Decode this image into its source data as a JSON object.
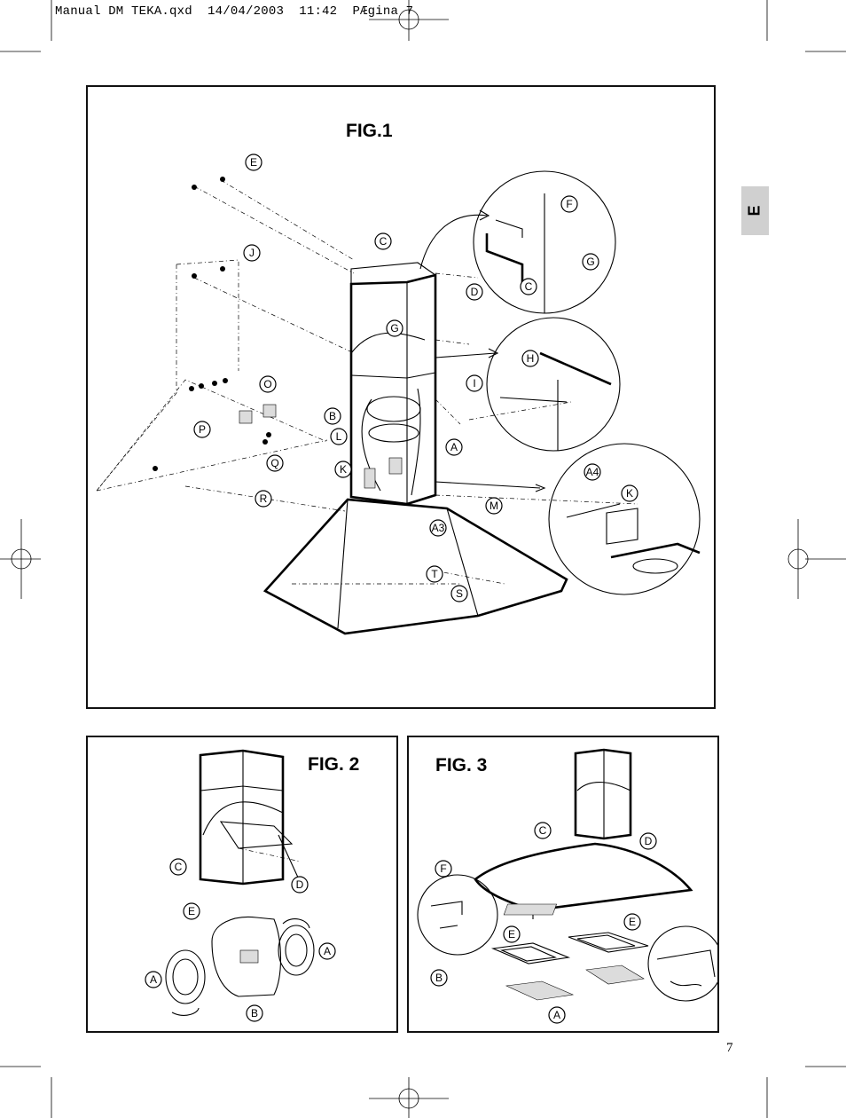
{
  "header": {
    "slug": "Manual DM TEKA.qxd  14/04/2003  11:42  PÆgina 7"
  },
  "language_tab": "E",
  "page_number": "7",
  "fig1": {
    "title": "FIG.1",
    "callouts": [
      "E",
      "J",
      "C",
      "F",
      "G",
      "D",
      "C",
      "G",
      "H",
      "I",
      "O",
      "B",
      "L",
      "P",
      "A",
      "K",
      "Q",
      "A4",
      "K",
      "R",
      "M",
      "A3",
      "T",
      "S"
    ]
  },
  "fig2": {
    "title": "FIG. 2",
    "callouts": [
      "C",
      "D",
      "E",
      "A",
      "A",
      "B"
    ]
  },
  "fig3": {
    "title": "FIG. 3",
    "callouts": [
      "C",
      "D",
      "F",
      "E",
      "E",
      "B",
      "A"
    ]
  }
}
